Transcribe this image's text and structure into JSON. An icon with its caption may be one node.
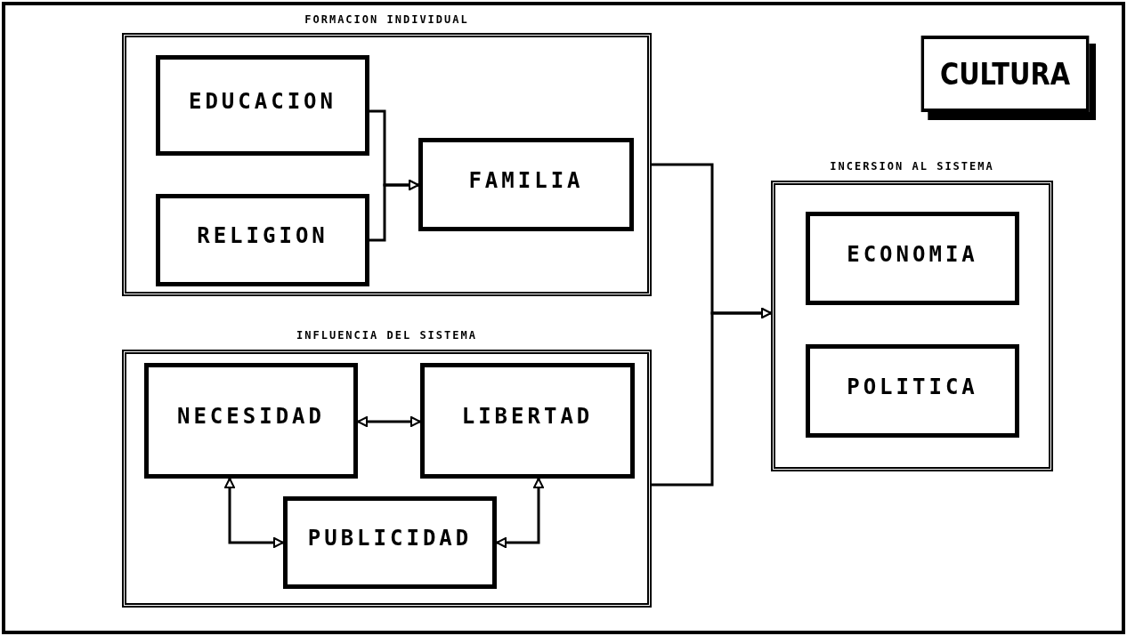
{
  "diagram": {
    "nodes": [
      {
        "text": [
          "CULTURA"
        ]
      },
      {
        "text": [
          "FORMACION INDIVIDUAL"
        ]
      },
      {
        "text": [
          "EDUCACION"
        ],
        "in": 1
      },
      {
        "text": [
          "RELIGION"
        ],
        "in": 1
      },
      {
        "text": [
          "FAMILIA"
        ],
        "in": 1
      },
      {
        "text": [
          "INFLUENCIA DEL SISTEMA"
        ]
      },
      {
        "text": [
          "NECESIDAD"
        ],
        "in": 5
      },
      {
        "text": [
          "LIBERTAD"
        ],
        "in": 5
      },
      {
        "text": [
          "PUBLICIDAD"
        ],
        "in": 5
      },
      {
        "text": [
          "INCERSION AL SISTEMA"
        ]
      },
      {
        "text": [
          "ECONOMIA"
        ],
        "in": 9
      },
      {
        "text": [
          "POLITICA"
        ],
        "in": 9
      }
    ],
    "edges": [
      {
        "from": 2,
        "to": 4,
        "arrow": "to"
      },
      {
        "from": 3,
        "to": 4,
        "arrow": "to"
      },
      {
        "from": 6,
        "to": 7,
        "arrow": "both"
      },
      {
        "from": 6,
        "to": 8,
        "arrow": "both"
      },
      {
        "from": 7,
        "to": 8,
        "arrow": "both"
      },
      {
        "from": 1,
        "to": 9,
        "arrow": "to"
      },
      {
        "from": 5,
        "to": 9,
        "arrow": "to"
      }
    ]
  }
}
